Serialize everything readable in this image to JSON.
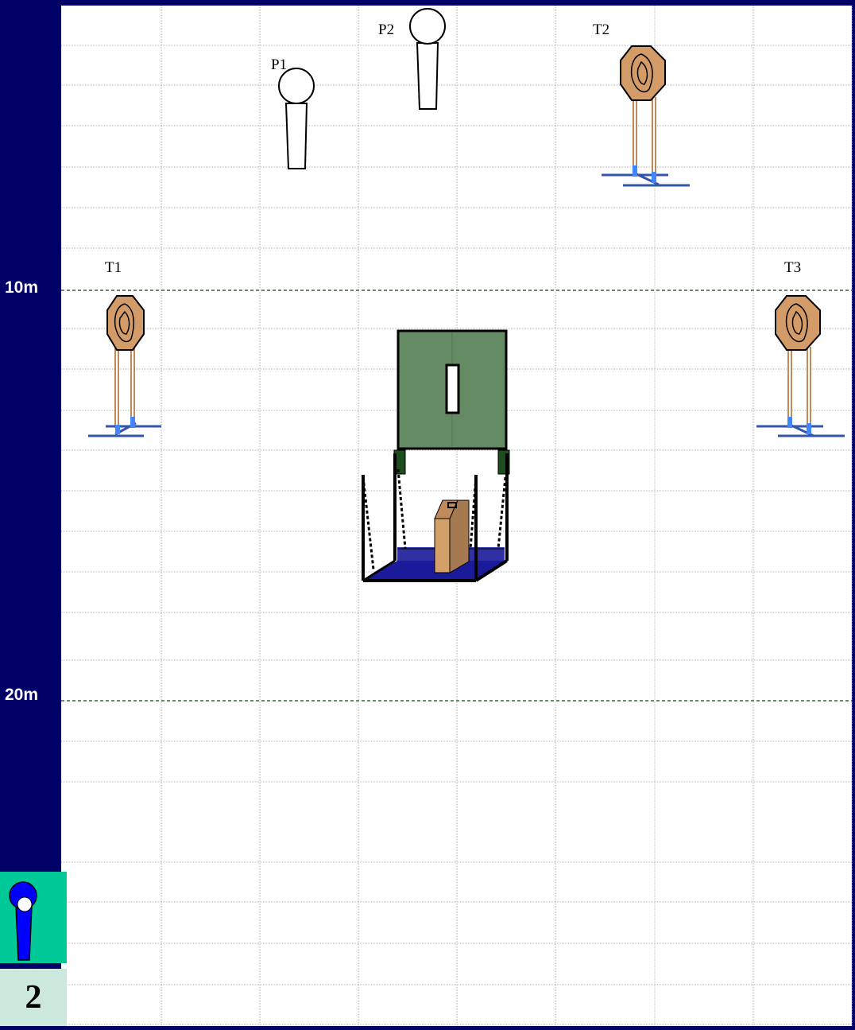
{
  "stage": {
    "number": "2"
  },
  "distance_markers": [
    {
      "label": "10m"
    },
    {
      "label": "20m"
    }
  ],
  "targets": [
    {
      "id": "T1",
      "label": "T1",
      "kind": "steel-octagon-target"
    },
    {
      "id": "T2",
      "label": "T2",
      "kind": "steel-octagon-target"
    },
    {
      "id": "T3",
      "label": "T3",
      "kind": "steel-octagon-target"
    }
  ],
  "no_shoots": [
    {
      "id": "P1",
      "label": "P1",
      "kind": "popper"
    },
    {
      "id": "P2",
      "label": "P2",
      "kind": "popper"
    }
  ],
  "props": [
    {
      "name": "green-cabinet"
    },
    {
      "name": "table-with-briefcase"
    }
  ],
  "colors": {
    "background": "#000066",
    "field": "#ffffff",
    "grid": "#b0b0b0",
    "cabinet": "#658b65",
    "target_face": "#d29b68",
    "shooter_box": "#00c896",
    "stage_box": "#cce8dc",
    "shooter_icon": "#0000ff"
  },
  "icons": {
    "shooter": "shooter-icon"
  }
}
